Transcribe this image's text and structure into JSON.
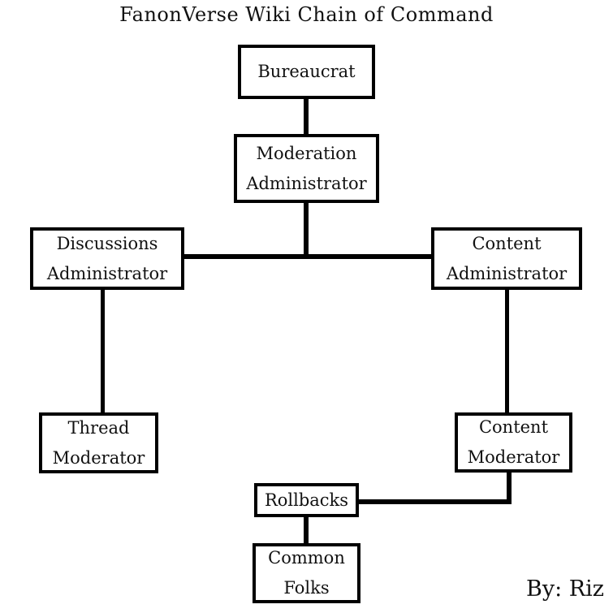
{
  "title": "FanonVerse Wiki Chain of Command",
  "byline": "By: Riz",
  "colors": {
    "background": "#ffffff",
    "line": "#000000",
    "box_border": "#000000",
    "text": "#111111"
  },
  "nodes": [
    {
      "id": "bureaucrat",
      "label": "Bureaucrat"
    },
    {
      "id": "moderation-administrator",
      "label": "Moderation Administrator"
    },
    {
      "id": "discussions-administrator",
      "label": "Discussions Administrator"
    },
    {
      "id": "content-administrator",
      "label": "Content Administrator"
    },
    {
      "id": "thread-moderator",
      "label": "Thread Moderator"
    },
    {
      "id": "content-moderator",
      "label": "Content Moderator"
    },
    {
      "id": "rollbacks",
      "label": "Rollbacks"
    },
    {
      "id": "common-folks",
      "label": "Common Folks"
    }
  ],
  "edges": [
    {
      "from": "bureaucrat",
      "to": "moderation-administrator"
    },
    {
      "from": "moderation-administrator",
      "to": "discussions-administrator"
    },
    {
      "from": "moderation-administrator",
      "to": "content-administrator"
    },
    {
      "from": "discussions-administrator",
      "to": "thread-moderator"
    },
    {
      "from": "content-administrator",
      "to": "content-moderator"
    },
    {
      "from": "content-moderator",
      "to": "rollbacks"
    },
    {
      "from": "rollbacks",
      "to": "common-folks"
    }
  ]
}
